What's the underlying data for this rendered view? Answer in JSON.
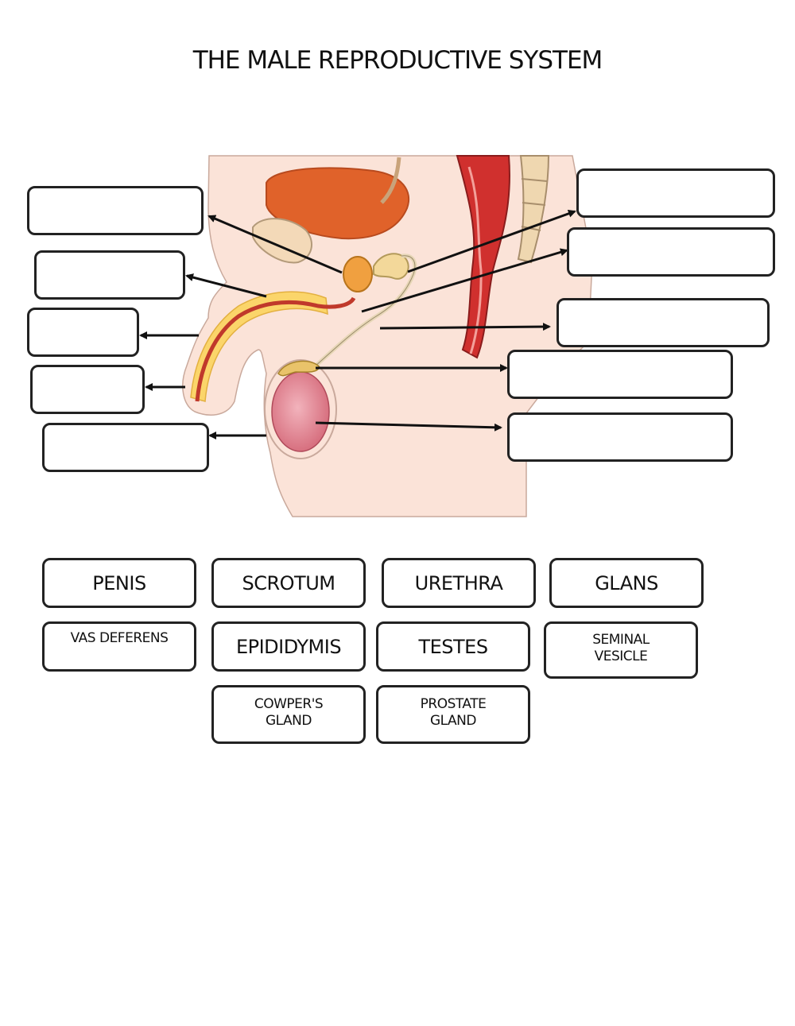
{
  "page": {
    "title": "THE MALE REPRODUCTIVE SYSTEM"
  },
  "colors": {
    "skin": "#fbe3d8",
    "bladder": "#e0622a",
    "rectum": "#d0302e",
    "erectile": "#fbd56a",
    "testis": "#e58493",
    "prostate": "#f0a040",
    "outline": "#222222"
  },
  "answer_blanks": [
    {
      "id": "blank-1",
      "value": ""
    },
    {
      "id": "blank-2",
      "value": ""
    },
    {
      "id": "blank-3",
      "value": ""
    },
    {
      "id": "blank-4",
      "value": ""
    },
    {
      "id": "blank-5",
      "value": ""
    },
    {
      "id": "blank-6",
      "value": ""
    },
    {
      "id": "blank-7",
      "value": ""
    },
    {
      "id": "blank-8",
      "value": ""
    },
    {
      "id": "blank-9",
      "value": ""
    },
    {
      "id": "blank-10",
      "value": ""
    }
  ],
  "word_bank": [
    {
      "label": "PENIS"
    },
    {
      "label": "SCROTUM"
    },
    {
      "label": "URETHRA"
    },
    {
      "label": "GLANS"
    },
    {
      "label": "VAS DEFERENS"
    },
    {
      "label": "EPIDIDYMIS"
    },
    {
      "label": "TESTES"
    },
    {
      "label": "SEMINAL\nVESICLE"
    },
    {
      "label": "COWPER'S\nGLAND"
    },
    {
      "label": "PROSTATE\nGLAND"
    }
  ]
}
